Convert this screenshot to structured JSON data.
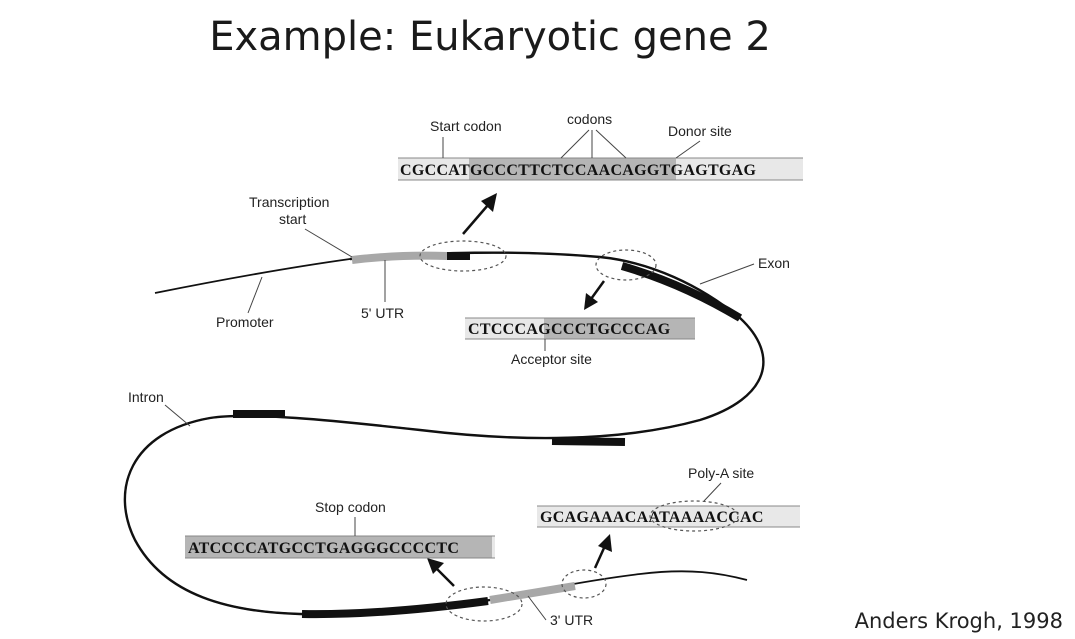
{
  "title": "Example: Eukaryotic gene 2",
  "credit": "Anders Krogh, 1998",
  "labels": {
    "start_codon": "Start codon",
    "codons": "codons",
    "donor_site": "Donor site",
    "transcription_start_line1": "Transcription",
    "transcription_start_line2": "start",
    "exon": "Exon",
    "promoter": "Promoter",
    "utr5": "5' UTR",
    "acceptor_site": "Acceptor site",
    "intron": "Intron",
    "poly_a_site": "Poly-A site",
    "stop_codon": "Stop codon",
    "utr3": "3' UTR"
  },
  "sequences": {
    "start": "CGCCATGCCCTTCTCCAACAGGTGAGTGAG",
    "acceptor": "CTCCCAGCCCTGCCCAG",
    "stop": "ATCCCCATGCCTGAGGGCCCCTC",
    "polya": "GCAGAAACAATAAAACCAC"
  },
  "colors": {
    "exon": "#111111",
    "utr": "#a8a8a8",
    "strand": "#111111",
    "highlight": "#b5b5b5"
  }
}
